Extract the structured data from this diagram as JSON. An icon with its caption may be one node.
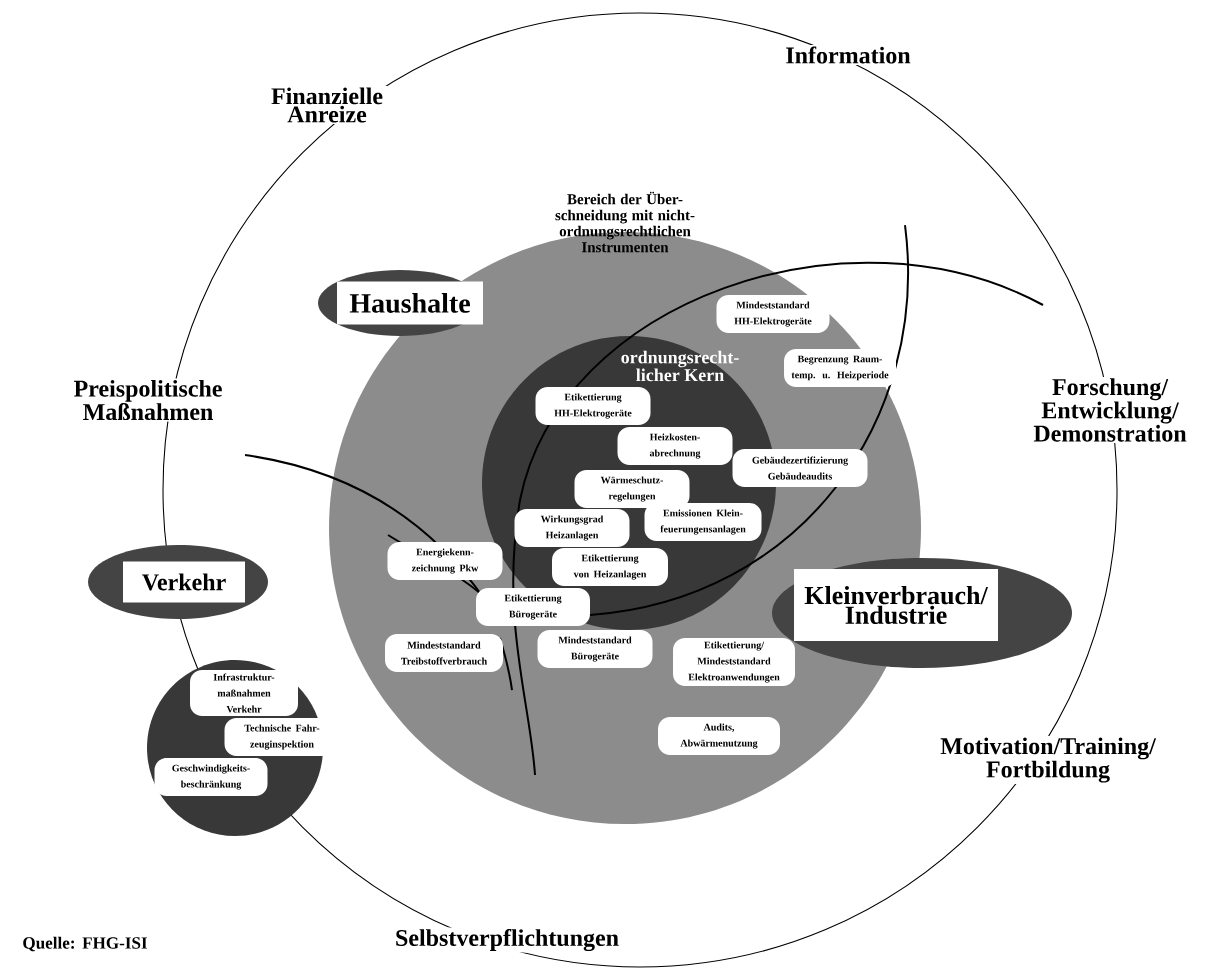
{
  "diagram": {
    "nodes": [
      {
        "text": [
          "Bereich der Über-schneidung mit nicht-ordnungsrechtlichen Instrumenten"
        ]
      },
      {
        "text": [
          "Haushalte"
        ]
      },
      {
        "text": [
          "Mindeststandard HH-Elektrogeräte"
        ],
        "in": 0
      },
      {
        "text": [
          "ordnungsrecht-licher Kern"
        ],
        "in": 0
      },
      {
        "text": [
          "Begrenzung Raum-temp. u. Heizperiode"
        ],
        "in": 0
      },
      {
        "text": [
          "Etikettierung HH-Elektrogeräte"
        ],
        "in": 3
      },
      {
        "text": [
          "Heizkosten-abrechnung"
        ],
        "in": 3
      },
      {
        "text": [
          "Gebäudezertifizierung Gebäudeaudits"
        ],
        "in": 0
      },
      {
        "text": [
          "Wärmeschutz-regelungen"
        ],
        "in": 3
      },
      {
        "text": [
          "Wirkungsgrad Heizanlagen"
        ],
        "in": 3
      },
      {
        "text": [
          "Emissionen Klein-feuerungensanlagen"
        ],
        "in": 3
      },
      {
        "text": [
          "Energiekenn-zeichnung Pkw"
        ],
        "in": 0
      },
      {
        "text": [
          "Etikettierung von Heizanlagen"
        ],
        "in": 3
      },
      {
        "text": [
          "Verkehr"
        ]
      },
      {
        "text": [
          "Etikettierung Bürogeräte"
        ],
        "in": 0
      },
      {
        "text": [
          "Kleinverbrauch/ Industrie"
        ]
      },
      {
        "text": [
          "Mindeststandard Treibstoffverbrauch"
        ],
        "in": 0
      },
      {
        "text": [
          "Mindeststandard Bürogeräte"
        ],
        "in": 0
      },
      {
        "text": [
          "Etikettierung/ Mindeststandard Elektroanwendungen"
        ],
        "in": 0
      },
      {
        "text": [
          "Audits, Abwärmenutzung"
        ],
        "in": 0
      },
      {
        "text": [],
        "shape": "circle"
      },
      {
        "text": [
          "Infrastruktur-maßnahmen Verkehr"
        ],
        "in": 20
      },
      {
        "text": [
          "Technische Fahr-zeuginspektion"
        ],
        "in": 20
      },
      {
        "text": [
          "Geschwindigkeits-beschränkung"
        ],
        "in": 20
      }
    ],
    "labels": [
      "Information",
      "Finanzielle Anreize",
      "Preispolitische Maßnahmen",
      "Forschung/ Entwicklung/ Demonstration",
      "Motivation/Training/ Fortbildung",
      "Quelle: FHG-ISI",
      "Selbstverpflichtungen"
    ]
  }
}
